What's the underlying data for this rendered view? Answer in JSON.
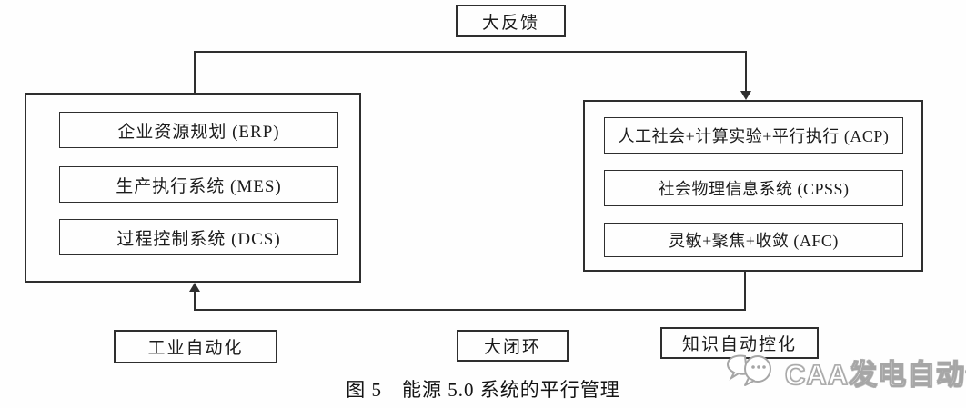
{
  "figure": {
    "caption": "图 5　能源 5.0 系统的平行管理"
  },
  "top_label": "大反馈",
  "left_group": {
    "items": [
      {
        "label": "企业资源规划 (ERP)"
      },
      {
        "label": "生产执行系统 (MES)"
      },
      {
        "label": "过程控制系统 (DCS)"
      }
    ]
  },
  "right_group": {
    "items": [
      {
        "label": "人工社会+计算实验+平行执行 (ACP)"
      },
      {
        "label": "社会物理信息系统 (CPSS)"
      },
      {
        "label": "灵敏+聚焦+收敛 (AFC)"
      }
    ]
  },
  "bottom_labels": {
    "left": "工业自动化",
    "center": "大闭环",
    "right": "知识自动控化"
  },
  "watermark": {
    "text": "CAA发电自动化",
    "logo": "chat-bubbles-icon"
  },
  "colors": {
    "line": "#2e2e2e",
    "text": "#1b1b1b",
    "background": "#fefefe",
    "watermark_outline": "#a6a6a6"
  }
}
